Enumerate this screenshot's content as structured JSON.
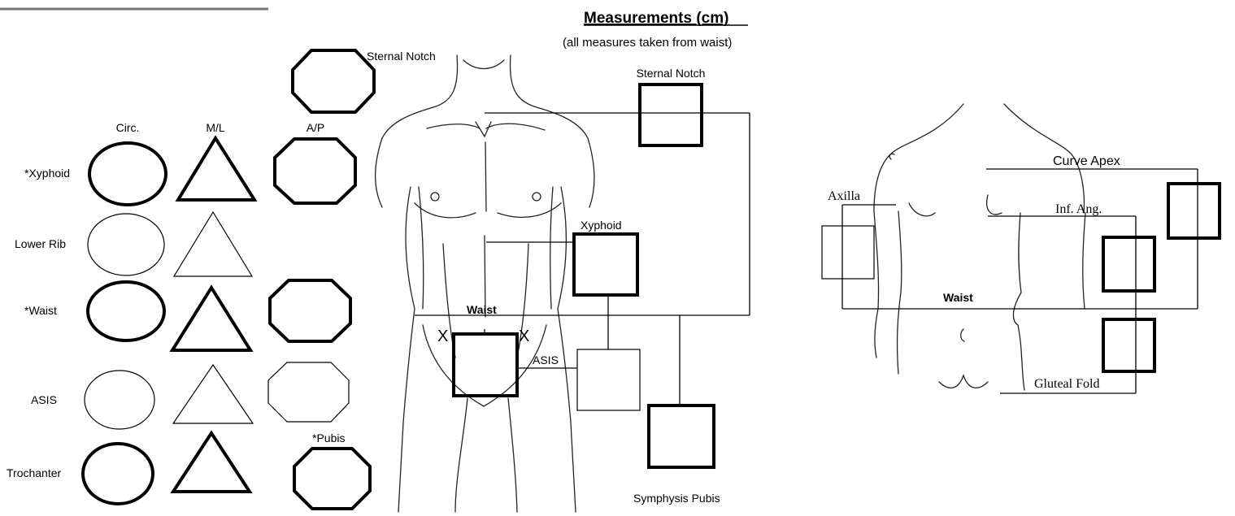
{
  "title": "Measurements (cm)",
  "subtitle": "(all measures taken from waist)",
  "columns": {
    "circ": "Circ.",
    "ml": "M/L",
    "ap": "A/P"
  },
  "rows": {
    "xyphoid": "*Xyphoid",
    "lower_rib": "Lower Rib",
    "waist": "*Waist",
    "asis": "ASIS",
    "trochanter": "Trochanter"
  },
  "front": {
    "sternal_notch_left": "Sternal Notch",
    "sternal_notch_box": "Sternal Notch",
    "xyphoid": "Xyphoid",
    "waist": "Waist",
    "asis": "ASIS",
    "symphysis_pubis": "Symphysis Pubis",
    "pubis": "*Pubis",
    "x_mark": "X"
  },
  "back": {
    "axilla": "Axilla",
    "curve_apex": "Curve Apex",
    "inf_ang": "Inf. Ang.",
    "waist": "Waist",
    "gluteal_fold": "Gluteal Fold"
  }
}
